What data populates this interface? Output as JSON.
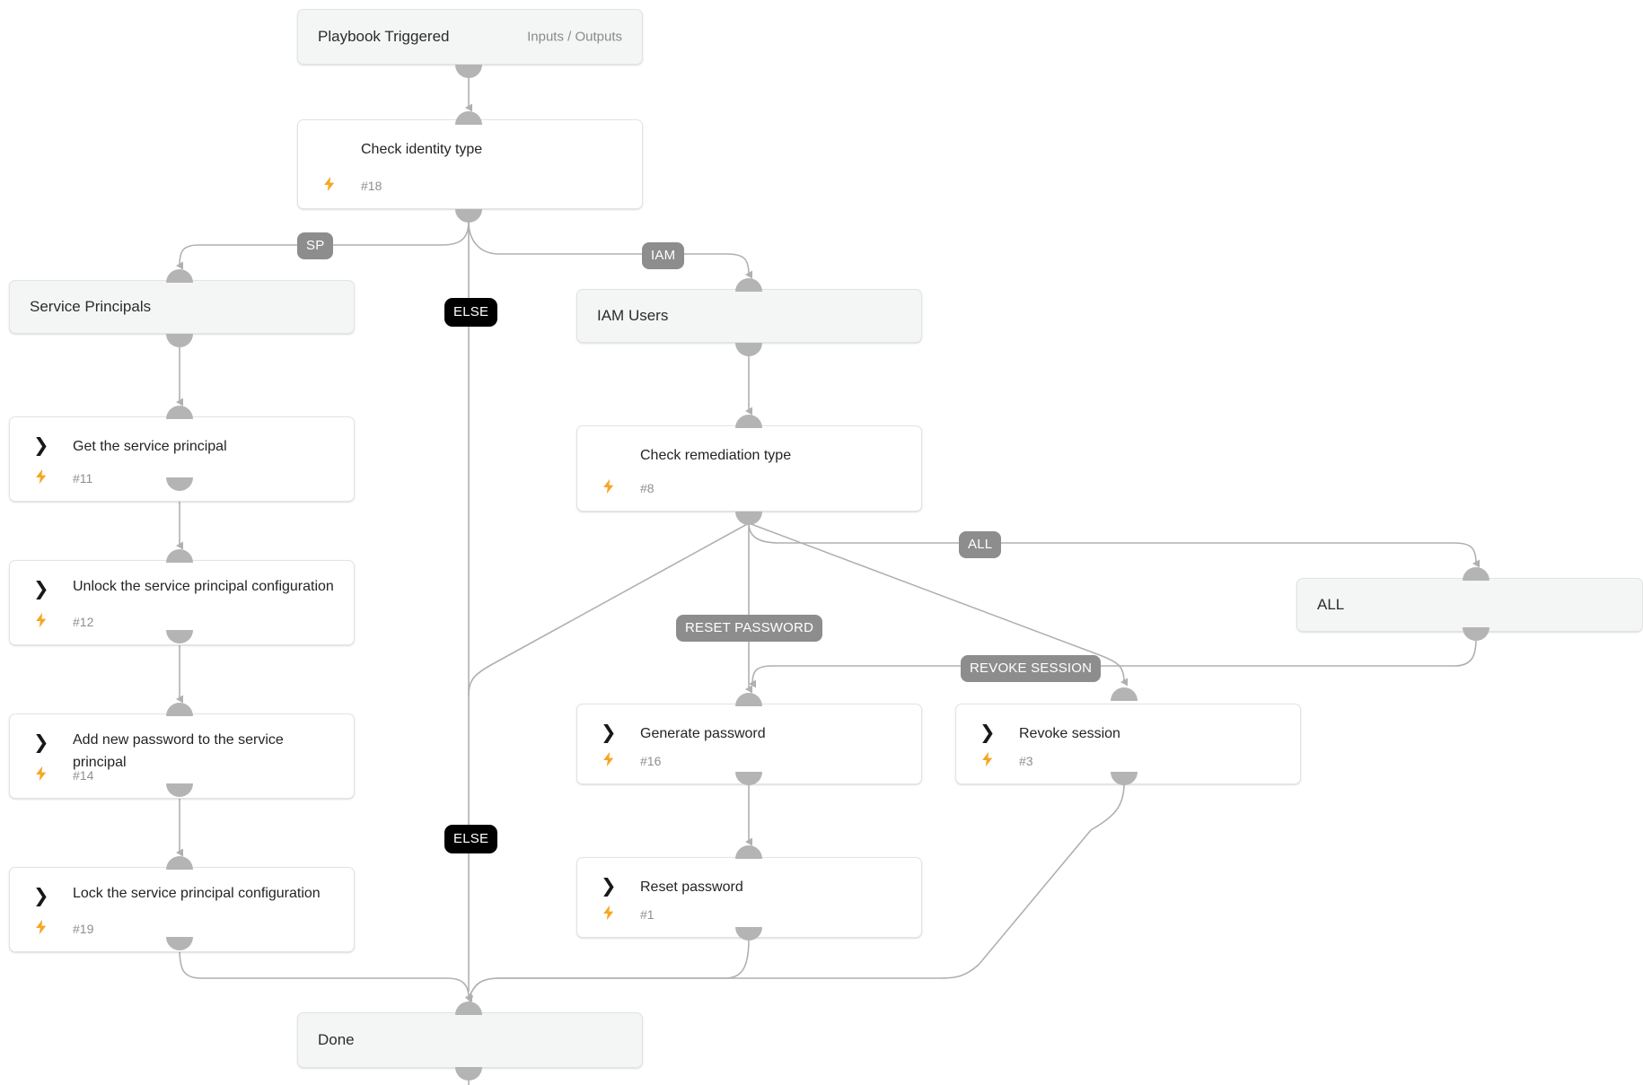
{
  "diagram": {
    "type": "playbook-workflow-graph",
    "title": "Playbook Triggered",
    "background": "#ffffff",
    "accent_bolt_color": "#f5a623",
    "edge_color": "#b0b0b0",
    "label_color": "#8d8d8d",
    "else_label_color": "#000000"
  },
  "nodes": [
    {
      "id": "trigger",
      "kind": "group",
      "title": "Playbook Triggered",
      "side_label": "Inputs / Outputs",
      "icon": "none"
    },
    {
      "id": "check-identity-type",
      "kind": "condition",
      "title": "Check identity type",
      "ref": "#18",
      "icon": "diamond-icon",
      "bolt": "lightning-icon"
    },
    {
      "id": "service-principals",
      "kind": "group",
      "title": "Service Principals",
      "side_label": "",
      "icon": "none"
    },
    {
      "id": "iam-users",
      "kind": "group",
      "title": "IAM Users",
      "side_label": "",
      "icon": "none"
    },
    {
      "id": "get-the-service-principal",
      "kind": "action",
      "title": "Get the service principal",
      "ref": "#11",
      "icon": "chevron-right-icon",
      "bolt": "lightning-icon"
    },
    {
      "id": "unlock-the-service-principal-configuration",
      "kind": "action",
      "title": "Unlock the service principal configuration",
      "ref": "#12",
      "icon": "chevron-right-icon",
      "bolt": "lightning-icon"
    },
    {
      "id": "add-new-password-to-the-service-principal",
      "kind": "action",
      "title": "Add new password to the service principal",
      "ref": "#14",
      "icon": "chevron-right-icon",
      "bolt": "lightning-icon"
    },
    {
      "id": "lock-the-service-principal-configuration",
      "kind": "action",
      "title": "Lock the service principal configuration",
      "ref": "#19",
      "icon": "chevron-right-icon",
      "bolt": "lightning-icon"
    },
    {
      "id": "check-remediation-type",
      "kind": "condition",
      "title": "Check remediation type",
      "ref": "#8",
      "icon": "diamond-icon",
      "bolt": "lightning-icon"
    },
    {
      "id": "all-group",
      "kind": "group",
      "title": "ALL",
      "side_label": "",
      "icon": "none"
    },
    {
      "id": "generate-password",
      "kind": "action",
      "title": "Generate password",
      "ref": "#16",
      "icon": "chevron-right-icon",
      "bolt": "lightning-icon"
    },
    {
      "id": "revoke-session",
      "kind": "action",
      "title": "Revoke session",
      "ref": "#3",
      "icon": "chevron-right-icon",
      "bolt": "lightning-icon"
    },
    {
      "id": "reset-password",
      "kind": "action",
      "title": "Reset password",
      "ref": "#1",
      "icon": "chevron-right-icon",
      "bolt": "lightning-icon"
    },
    {
      "id": "done",
      "kind": "group",
      "title": "Done",
      "side_label": "",
      "icon": "none"
    }
  ],
  "edge_labels": {
    "sp": "SP",
    "iam": "IAM",
    "else_top": "ELSE",
    "else_bottom": "ELSE",
    "all": "ALL",
    "reset_password": "RESET PASSWORD",
    "revoke_session": "REVOKE SESSION"
  }
}
